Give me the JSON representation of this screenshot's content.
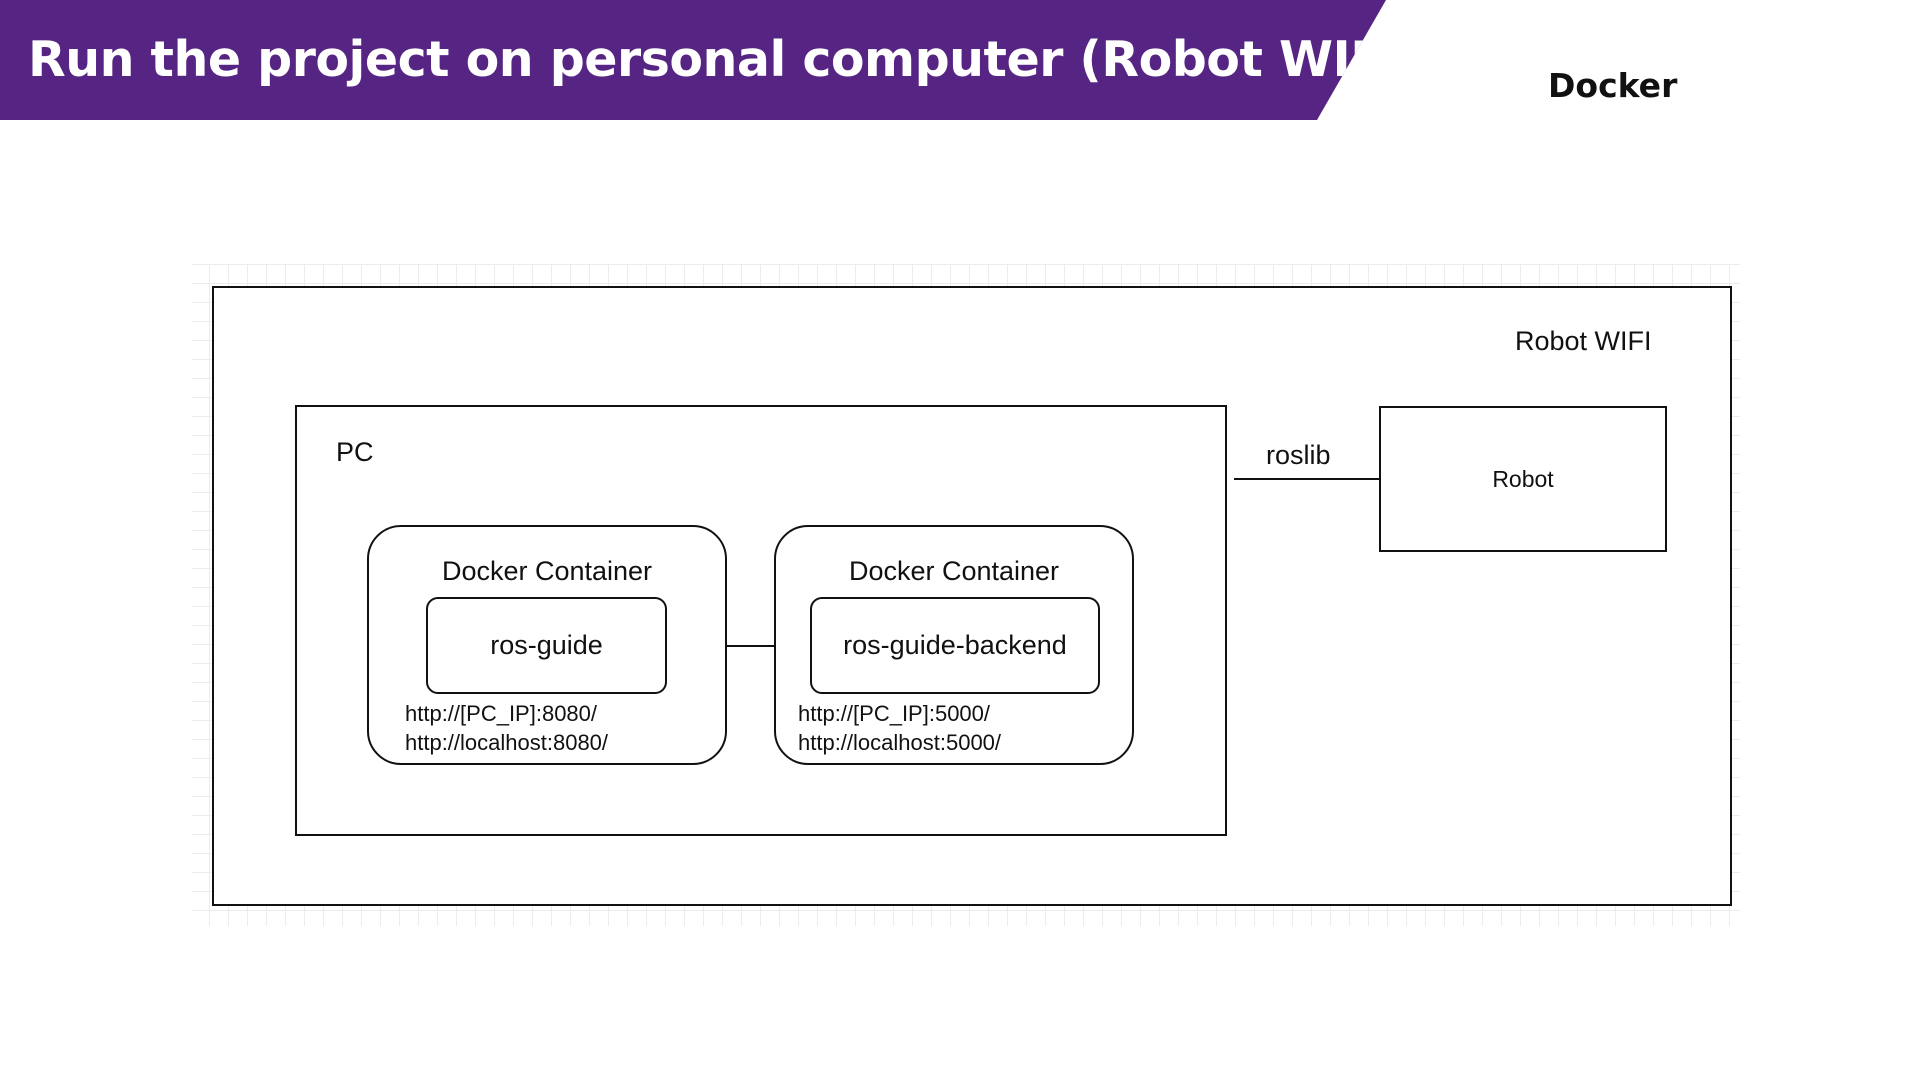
{
  "slide": {
    "title": "Run the project on personal computer (Robot WIFI)",
    "section_tag": "Docker"
  },
  "colors": {
    "banner": "#562483",
    "title_text": "#ffffff",
    "stroke": "#111111"
  },
  "diagram": {
    "network_label": "Robot WIFI",
    "pc": {
      "label": "PC",
      "containers": [
        {
          "label": "Docker Container",
          "app": "ros-guide",
          "urls": [
            "http://[PC_IP]:8080/",
            "http://localhost:8080/"
          ]
        },
        {
          "label": "Docker Container",
          "app": "ros-guide-backend",
          "urls": [
            "http://[PC_IP]:5000/",
            "http://localhost:5000/"
          ]
        }
      ]
    },
    "link_label": "roslib",
    "robot": {
      "label": "Robot"
    }
  }
}
